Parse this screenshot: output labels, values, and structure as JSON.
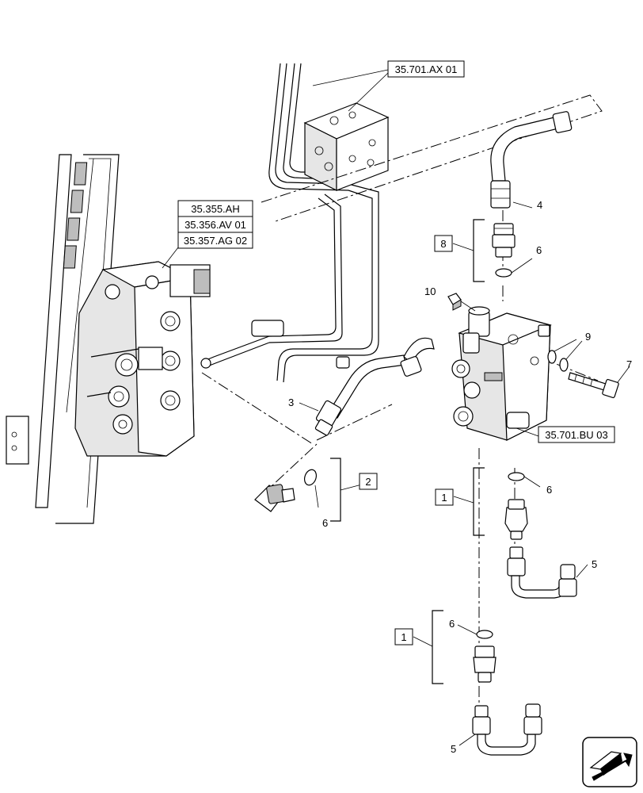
{
  "references": {
    "ax01": "35.701.AX 01",
    "ah": "35.355.AH",
    "av01": "35.356.AV 01",
    "ag02": "35.357.AG 02",
    "bu03": "35.701.BU 03"
  },
  "callouts": {
    "p1a": "1",
    "p1b": "1",
    "p2": "2",
    "p3": "3",
    "p4": "4",
    "p5a": "5",
    "p5b": "5",
    "p6a": "6",
    "p6b": "6",
    "p6c": "6",
    "p6d": "6",
    "p7": "7",
    "p8": "8",
    "p9": "9",
    "p10": "10"
  },
  "icons": {
    "nav": "direction-arrow-icon"
  }
}
